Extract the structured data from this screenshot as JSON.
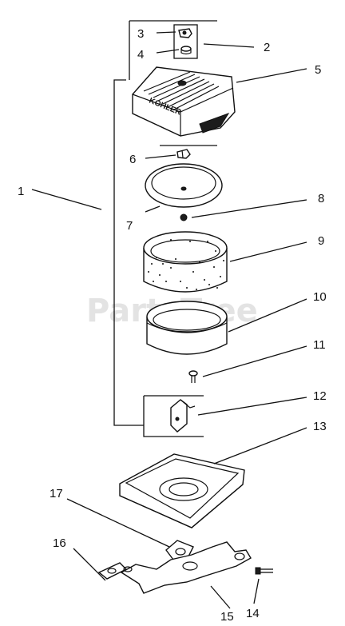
{
  "watermark": "PartsTree",
  "cover_brand": "KOHLER",
  "callouts": {
    "c1": "1",
    "c2": "2",
    "c3": "3",
    "c4": "4",
    "c5": "5",
    "c6": "6",
    "c7": "7",
    "c8": "8",
    "c9": "9",
    "c10": "10",
    "c11": "11",
    "c12": "12",
    "c13": "13",
    "c14": "14",
    "c15": "15",
    "c16": "16",
    "c17": "17"
  }
}
